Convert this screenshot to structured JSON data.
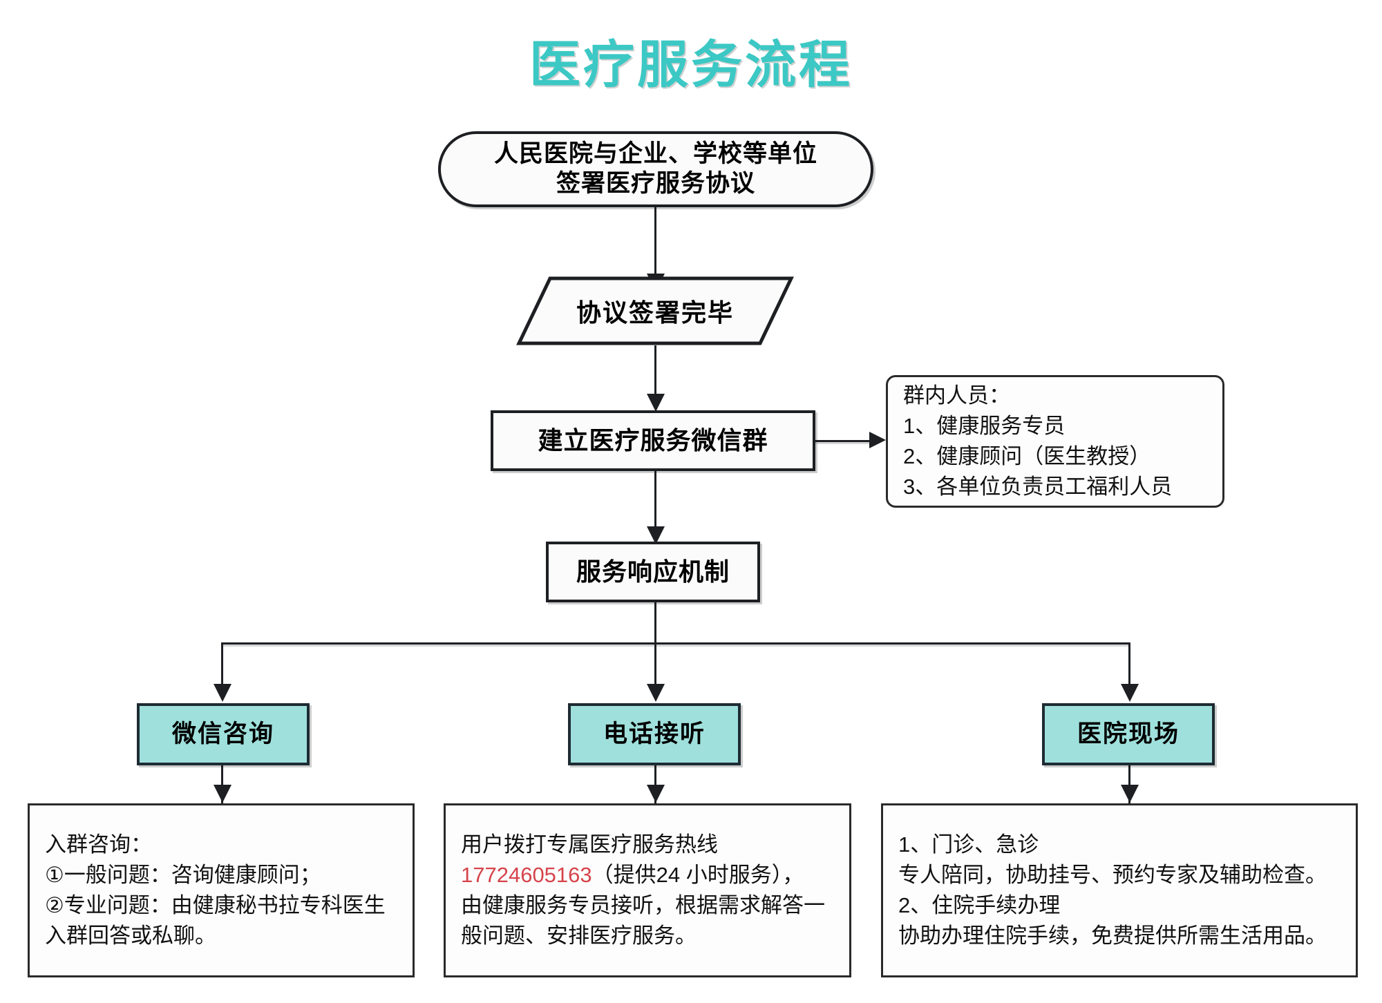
{
  "title": "医疗服务流程",
  "colors": {
    "title": "#3cc8c4",
    "channel_fill": "#9fe0dc",
    "stroke": "#1d1f22",
    "phone_highlight": "#d6444b"
  },
  "flow": {
    "start": {
      "shape": "rounded-rectangle",
      "line1": "人民医院与企业、学校等单位",
      "line2": "签署医疗服务协议"
    },
    "milestone": {
      "shape": "parallelogram",
      "label": "协议签署完毕"
    },
    "group": {
      "shape": "rectangle",
      "label": "建立医疗服务微信群"
    },
    "group_note": {
      "shape": "rounded-rectangle",
      "lines": [
        "群内人员：",
        "1、健康服务专员",
        "2、健康顾问（医生教授）",
        "3、各单位负责员工福利人员"
      ]
    },
    "response": {
      "shape": "rectangle",
      "label": "服务响应机制"
    },
    "channels": [
      {
        "label": "微信咨询",
        "detail_lines": [
          "入群咨询：",
          "①一般问题：咨询健康顾问；",
          "②专业问题：由健康秘书拉专科医生",
          "入群回答或私聊。"
        ]
      },
      {
        "label": "电话接听",
        "detail_lines": [
          "用户拨打专属医疗服务热线",
          "",
          "由健康服务专员接听，根据需求解答一",
          "般问题、安排医疗服务。"
        ],
        "detail_phone_line": {
          "phone": "17724605163",
          "after": "（提供24 小时服务），"
        }
      },
      {
        "label": "医院现场",
        "detail_lines": [
          "1、门诊、急诊",
          "专人陪同，协助挂号、预约专家及辅助检查。",
          "2、住院手续办理",
          "协助办理住院手续，免费提供所需生活用品。"
        ]
      }
    ]
  }
}
